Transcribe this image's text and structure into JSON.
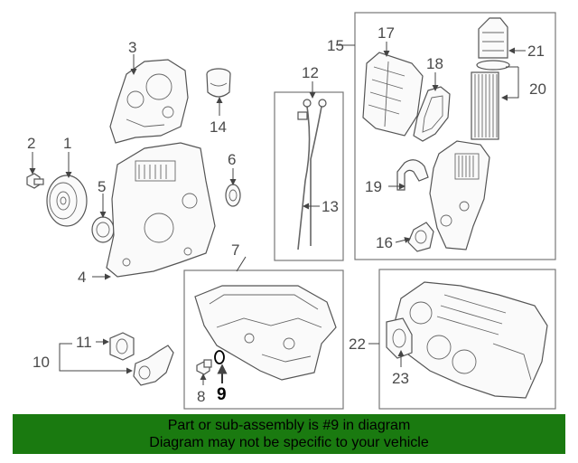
{
  "callouts": {
    "c1": "1",
    "c2": "2",
    "c3": "3",
    "c4": "4",
    "c5": "5",
    "c6": "6",
    "c7": "7",
    "c8": "8",
    "c9": "9",
    "c10": "10",
    "c11": "11",
    "c12": "12",
    "c13": "13",
    "c14": "14",
    "c15": "15",
    "c16": "16",
    "c17": "17",
    "c18": "18",
    "c19": "19",
    "c20": "20",
    "c21": "21",
    "c22": "22",
    "c23": "23"
  },
  "footer": {
    "line1": "Part or sub-assembly is #9 in diagram",
    "line2": "Diagram may not be specific to your vehicle"
  },
  "colors": {
    "footer_bg": "#1a7a10",
    "highlight": "#000000",
    "line": "#555555"
  }
}
